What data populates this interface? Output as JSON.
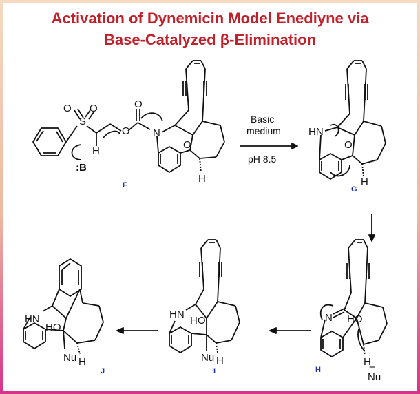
{
  "title": {
    "line1": "Activation of Dynemicin Model Enediyne via",
    "line2": "Base-Catalyzed β-Elimination"
  },
  "colors": {
    "title": "#c0212b",
    "compound_label": "#1a2fb0",
    "border_top": "#f0c9a8",
    "border_bottom": "#d6338a",
    "bond": "#111111"
  },
  "reaction": {
    "conditions_above": [
      "Basic",
      "medium"
    ],
    "conditions_below": "pH 8.5"
  },
  "compounds": {
    "F": {
      "label": "F",
      "atoms": {
        "S": "S",
        "O1": "O",
        "O2": "O",
        "O3": "O",
        "O4": "O",
        "O5": "O",
        "N": "N",
        "H1": "H",
        "H2": "H",
        "B": ":B"
      }
    },
    "G": {
      "label": "G",
      "atoms": {
        "HN": "HN",
        "O": "O",
        "H": "H"
      }
    },
    "H": {
      "label": "H",
      "atoms": {
        "N": "N",
        "HO": "HO",
        "H": "H",
        "Nu": "Nu",
        "minus": "−"
      }
    },
    "I": {
      "label": "I",
      "atoms": {
        "HN": "HN",
        "HO": "HO",
        "Nu": "Nu",
        "H": "H"
      }
    },
    "J": {
      "label": "J",
      "atoms": {
        "HN": "HN",
        "HO": "HO",
        "Nu": "Nu",
        "H": "H"
      }
    }
  }
}
